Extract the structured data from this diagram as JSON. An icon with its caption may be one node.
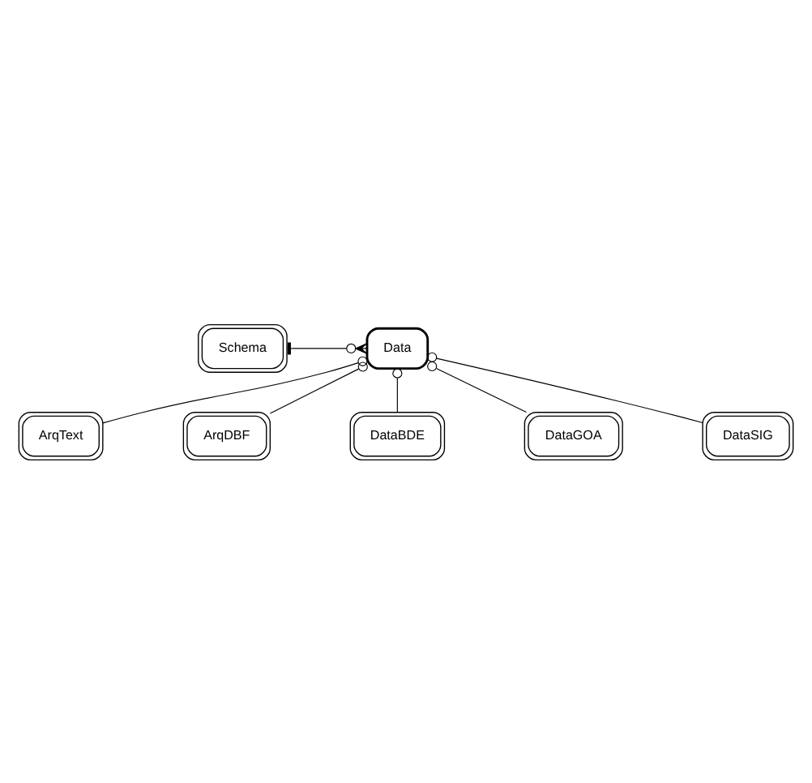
{
  "diagram": {
    "nodes": [
      {
        "text": [
          "Schema"
        ]
      },
      {
        "text": [
          "Data"
        ]
      },
      {
        "text": [
          "ArqText"
        ]
      },
      {
        "text": [
          "ArqDBF"
        ]
      },
      {
        "text": [
          "DataBDE"
        ]
      },
      {
        "text": [
          "DataGOA"
        ]
      },
      {
        "text": [
          "DataSIG"
        ]
      }
    ],
    "edges": [
      {
        "from": 0,
        "to": 1,
        "arrow": "other"
      },
      {
        "from": 2,
        "to": 1,
        "arrow": "other"
      },
      {
        "from": 3,
        "to": 1,
        "arrow": "other"
      },
      {
        "from": 4,
        "to": 1,
        "arrow": "other"
      },
      {
        "from": 5,
        "to": 1,
        "arrow": "other"
      },
      {
        "from": 6,
        "to": 1,
        "arrow": "other"
      }
    ]
  }
}
